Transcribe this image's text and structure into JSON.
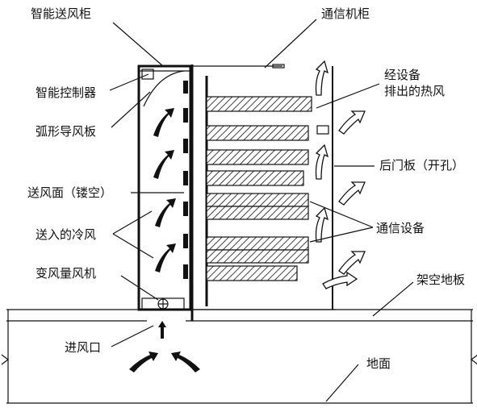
{
  "labels": {
    "smart_cabinet": "智能送风柜",
    "comm_cabinet": "通信机柜",
    "controller": "智能控制器",
    "arc_guide": "弧形导风板",
    "supply_face": "送风面（镂空）",
    "cold_air_in": "送入的冷风",
    "vav_fan": "变风量风机",
    "air_inlet": "进风口",
    "hot_air_1": "经设备",
    "hot_air_2": "排出的热风",
    "rear_door": "后门板（开孔）",
    "comm_equipment": "通信设备",
    "raised_floor": "架空地板",
    "ground": "地面"
  },
  "colors": {
    "ink": "#111111",
    "background": "#ffffff"
  }
}
